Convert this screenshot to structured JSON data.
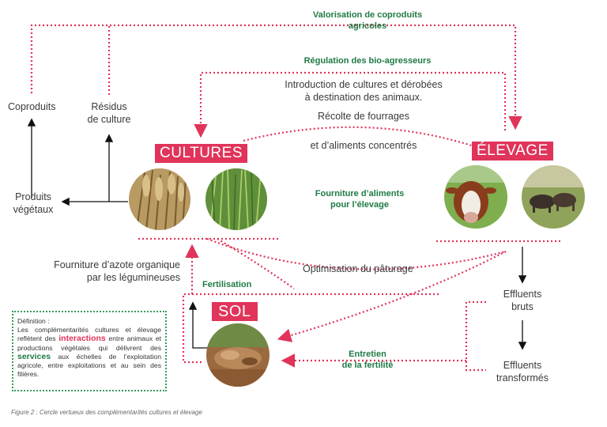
{
  "labels": {
    "valorisation": "Valorisation de coproduits agricoles",
    "regulation": "Régulation des bio-agresseurs",
    "introduction_1": "Introduction de cultures et dérobées",
    "introduction_2": "à destination des animaux.",
    "recolte_1": "Récolte de fourrages",
    "recolte_2": "et d’aliments concentrés",
    "coproduits": "Coproduits",
    "residus_1": "Résidus",
    "residus_2": "de culture",
    "produits_1": "Produits",
    "produits_2": "végétaux",
    "fourniture_aliments_1": "Fourniture d’aliments",
    "fourniture_aliments_2": "pour l’élevage",
    "fourniture_azote_1": "Fourniture d’azote organique",
    "fourniture_azote_2": "par les légumineuses",
    "optimisation": "Optimisation du pâturage",
    "fertilisation": "Fertilisation",
    "effluents_bruts_1": "Effluents",
    "effluents_bruts_2": "bruts",
    "entretien_1": "Entretien",
    "entretien_2": "de la fertilité",
    "effluents_transformes_1": "Effluents",
    "effluents_transformes_2": "transformés"
  },
  "tags": {
    "cultures": "CULTURES",
    "elevage": "ÉLEVAGE",
    "sol": "SOL"
  },
  "definition": {
    "title": "Définition :",
    "part1": "Les complémentarités cultures et éle­vage reflètent des ",
    "interactions": "interactions",
    "part2": " entre animaux et productions végétales qui délivrent des ",
    "services": "services",
    "part3": " aux échelles de l’exploitation agricole, entre exploitations et au sein des filières."
  },
  "caption": "Figure 2 : Cercle vertueux des complémentarités cultures et élevage",
  "colors": {
    "accent": "#e0345a",
    "green": "#1e7a45"
  }
}
